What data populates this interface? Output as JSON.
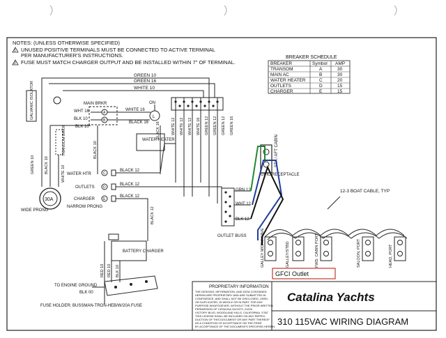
{
  "notes": {
    "heading": "NOTES: (UNLESS OTHERWISE SPECIFIED)",
    "items": [
      {
        "num": "1",
        "line1": "UNUSED POSITIVE TERMINALS MUST BE CONNECTED TO ACTIVE TERMINAL",
        "line2": "PER MANUFACTURER'S INSTRUCTIONS."
      },
      {
        "num": "2",
        "line1": "FUSE MUST MATCH CHARGER OUTPUT AND BE INSTALLED WITHIN 7\" OF TERMINAL."
      }
    ]
  },
  "breaker_schedule": {
    "title": "BREAKER SCHEDULE",
    "headers": [
      "BREAKER",
      "Symbol",
      "AMP"
    ],
    "rows": [
      [
        "TRANSOM",
        "A",
        "30"
      ],
      [
        "MAIN AC",
        "B",
        "30"
      ],
      [
        "WATER HEATER",
        "C",
        "20"
      ],
      [
        "OUTLETS",
        "D",
        "15"
      ],
      [
        "CHARGER",
        "E",
        "15"
      ]
    ]
  },
  "labels": {
    "green10": "GREEN 10",
    "green16": "GREEN 16",
    "white10": "WHITE 10",
    "galvanic_isolator": "GALVANIC ISOLATOR",
    "main_brkr": "MAIN BRKR",
    "wht16": "WHT 16",
    "blk10_a": "BLK 10",
    "blk10_b": "BLK 10",
    "white16": "WHITE 16",
    "black16": "BLACK 16",
    "on": "ON",
    "transom_brkr": "TRANSOM BRKR",
    "green10_v": "GREEN 10",
    "black10_v": "BLACK 10",
    "white10_v": "WHITE 10",
    "shore_amp": "30A",
    "wide_prong": "WIDE PRONG",
    "narrow_prong": "NARROW PRONG",
    "water_heater": "WATER HEATER",
    "water_htr": "WATER HTR",
    "outlets": "OUTLETS",
    "charger": "CHARGER",
    "black12_a": "BLACK 12",
    "black12_b": "BLACK 12",
    "black12_c": "BLACK 12",
    "black10_c": "BLACK 10",
    "black16_v": "BLACK 16",
    "black12_v": "BLACK 12",
    "white12_a": "WHITE 12",
    "white12_b": "WHITE 12",
    "white12_c": "WHITE 12",
    "white16_v": "WHITE 16",
    "green12_a": "GREEN 12",
    "green12_b": "GREEN 12",
    "green12_c": "GREEN 12",
    "green16_v": "GREEN 16",
    "blk12_v": "BLK 12",
    "grn12": "GRN 12",
    "wht12": "WHT 12",
    "blk12": "BLK 12",
    "outlet_buss": "OUTLET BUSS",
    "gfic_receptacle": "GFIC RECEPTACLE",
    "sta_aft_cabin": "STA / AFT CABIN",
    "boat_cable": "12-3 BOAT CABLE, TYP",
    "battery_charger": "BATTERY CHARGER",
    "red10_a": "RED 10",
    "red10_b": "RED 10",
    "blk10_v": "BLK 10",
    "to_engine_ground": "TO ENGINE GROUND",
    "blk00": "BLK 00",
    "fuse_holder": "FUSE HOLDER; BUSSMAN-TRON-HEB/W/20A FUSE",
    "galley_microwave": "GALLEY MICROWAVE",
    "galley_stbd": "GALLEY/STBD",
    "fwd_cabin_port": "FWD. CABIN PORT",
    "saloon_port": "SALOON, PORT",
    "head_port": "HEAD, PORT",
    "gfci_outlet": "GFCI Outlet",
    "brk_a": "A",
    "brk_b": "B",
    "brk_c": "C",
    "brk_d": "D",
    "brk_e": "E"
  },
  "proprietary": {
    "title": "PROPRIETARY INFORMATION",
    "lines": [
      "THE DESIGNS, INFORMATION, AND DATA CONTAINED",
      "HEREIN ARE PROPRIETARY AND ARE SUBMITTED IN",
      "CONFIDENCE, AND SHALL NOT BE DISCLOSED, USED,",
      "OR DUPLICATED, IN WHOLE OR IN PART, FOR ANY",
      "PURPOSE WHATSOEVER, WITHOUT THE PRIOR WRITTEN",
      "PERMISSION OF CATALINA YACHTS, 21200",
      "VICTORY BLVD, WOODLAND HILLS, CALIFORNIA. STAT",
      "THIS LEGEND SHALL BE INCLUDED ON ANY REPRO-",
      "DUCTION OF THIS DOCUMENT OR ANY PART THEREOF",
      "AS A CONDITION OF ACCEPTANCE ON THE PRINT",
      "BY ACCEPTANCE OF THE DOCUMENTS SPECIFIED HEREIN"
    ]
  },
  "title_block": {
    "logo": "Catalina Yachts",
    "drawing_title": "310  115VAC  WIRING  DIAGRAM"
  },
  "colors": {
    "ink": "#1a1a1a",
    "green_wire": "#1f8a2e",
    "blue_wire": "#1e3d9a",
    "red_box": "#c0392b"
  }
}
